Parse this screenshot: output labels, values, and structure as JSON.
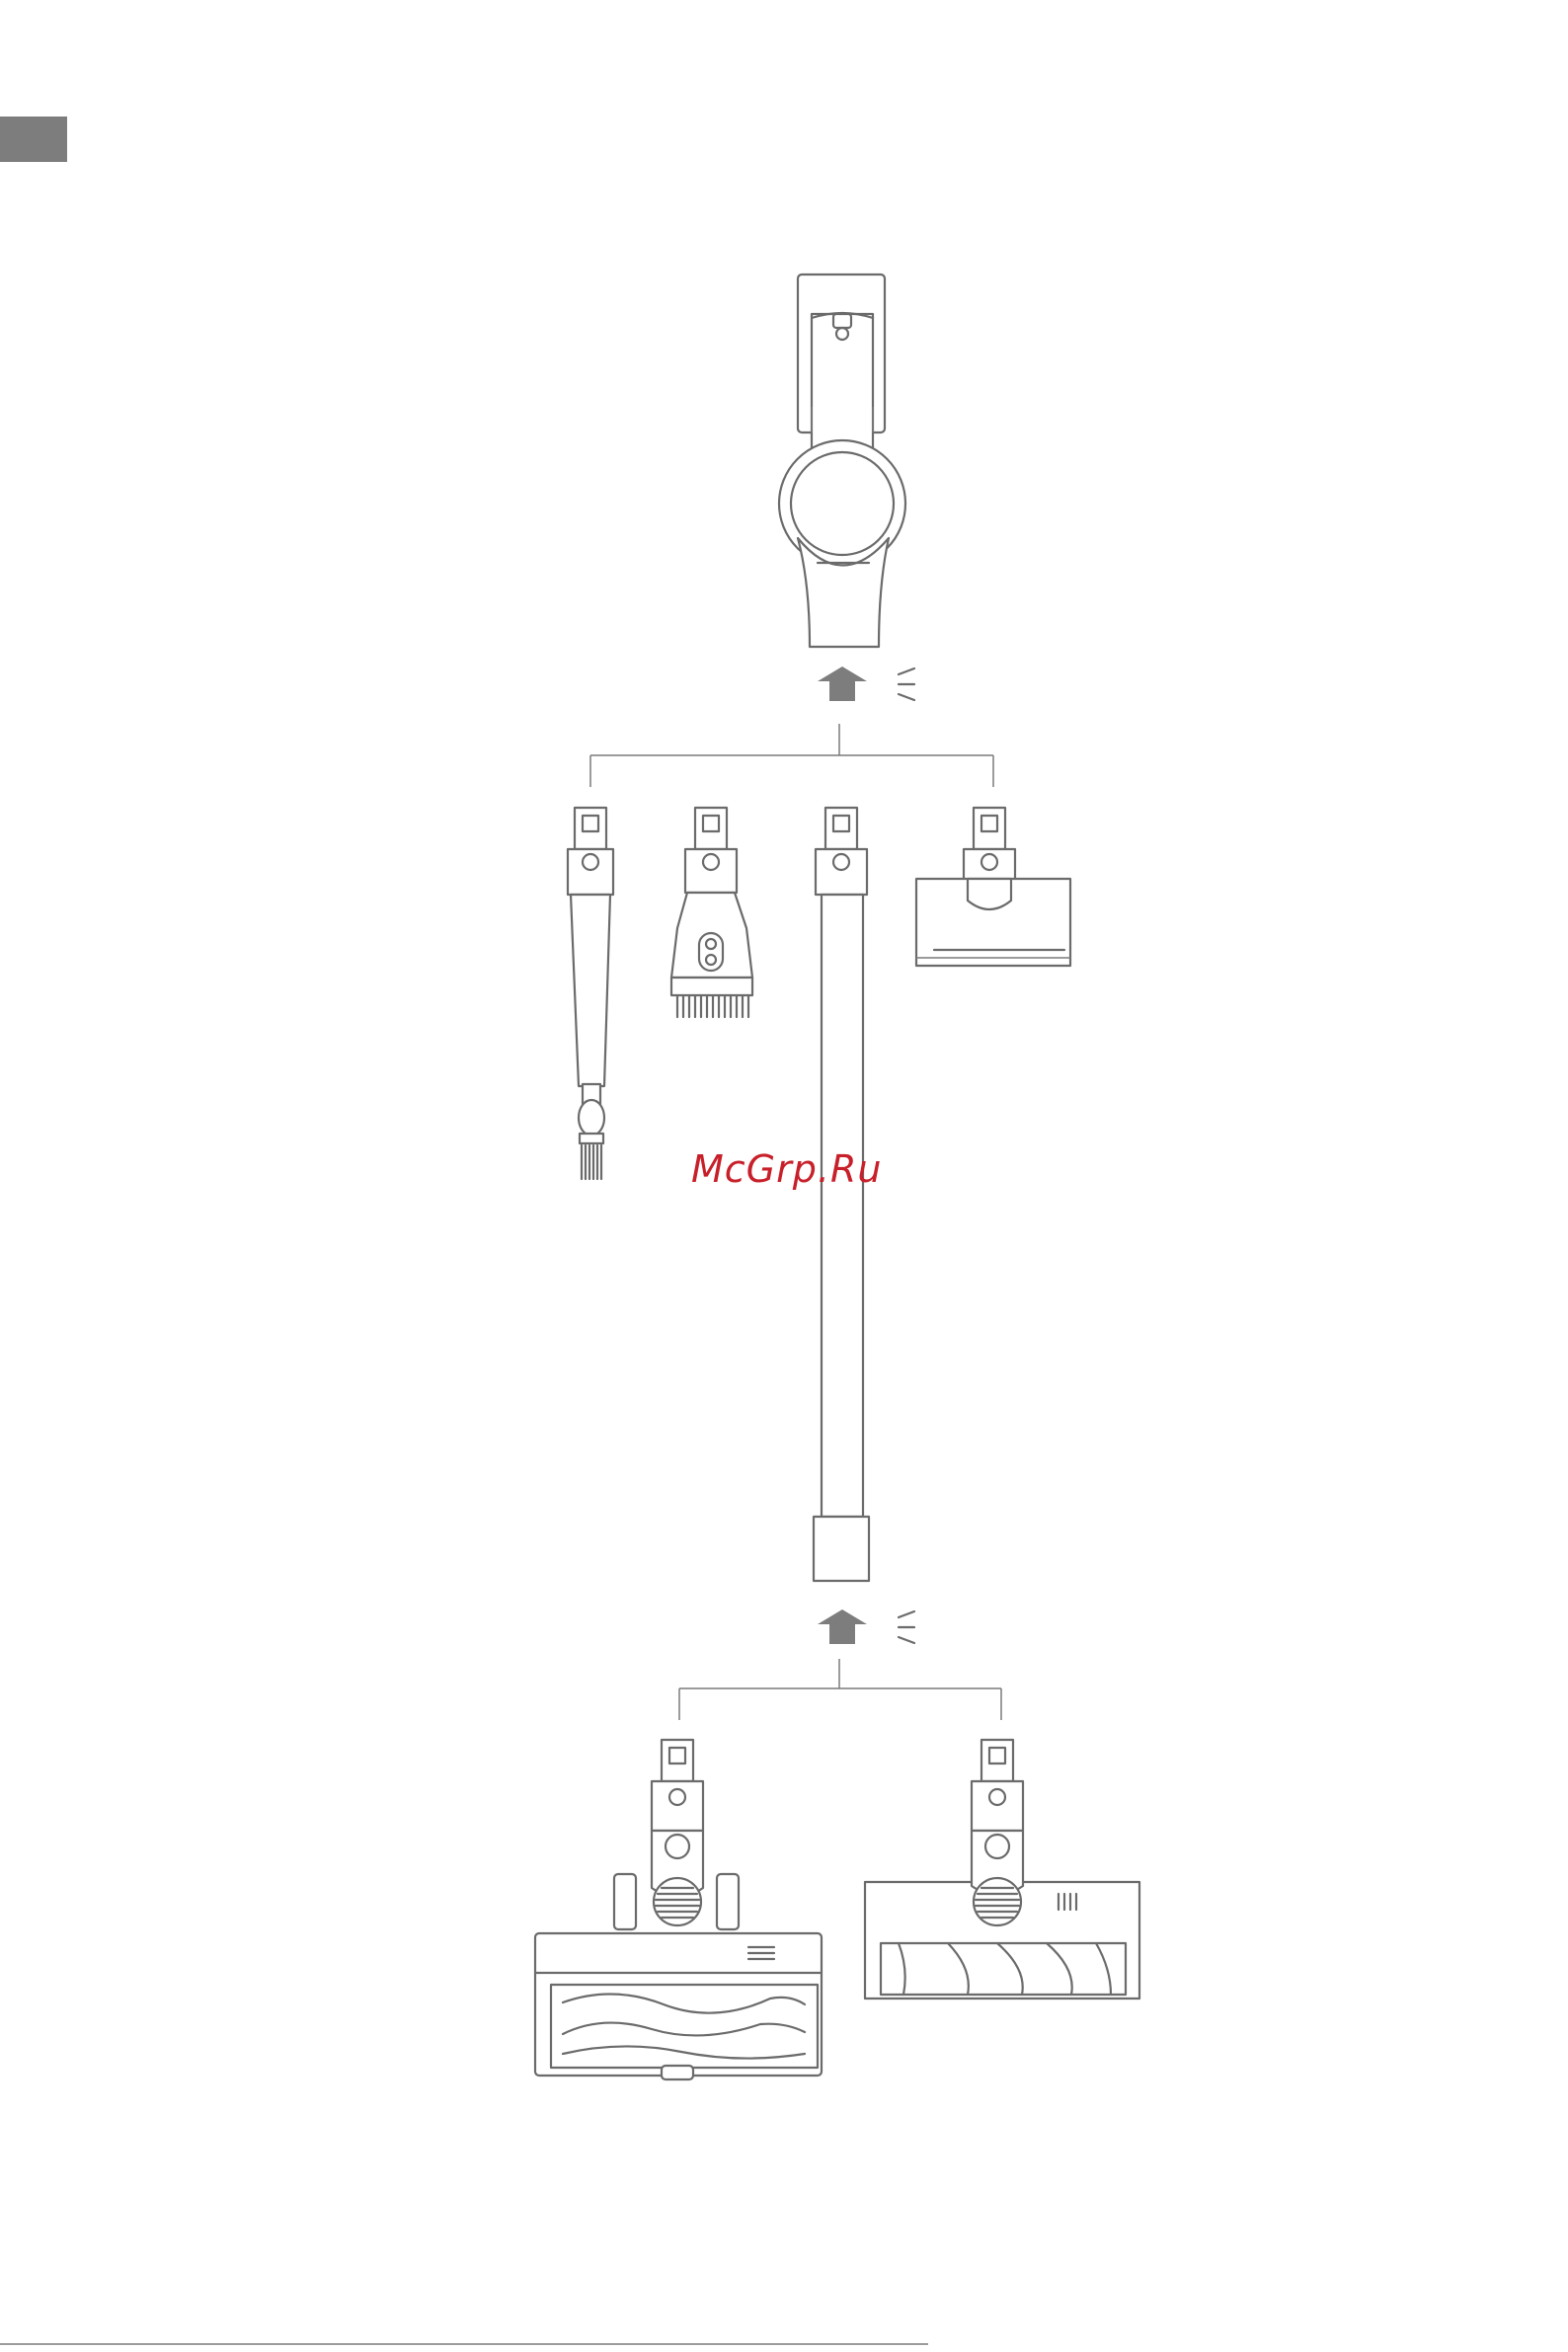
{
  "watermark": {
    "text": "McGrp.Ru",
    "color": "#c8202a"
  },
  "colors": {
    "tab": "#7d7d7d",
    "line": "#6b6b6b",
    "arrow": "#7d7d7d",
    "background": "#ffffff"
  },
  "icons": {
    "arrow_top": "up-arrow-icon",
    "click_top": "click-sound-icon",
    "arrow_bottom": "up-arrow-icon",
    "click_bottom": "click-sound-icon"
  },
  "components": [
    "vacuum-main-body",
    "extension-tube",
    "crevice-tool",
    "two-in-one-brush",
    "mini-motorized-brush",
    "multi-functional-brush",
    "soft-roller-brush"
  ]
}
